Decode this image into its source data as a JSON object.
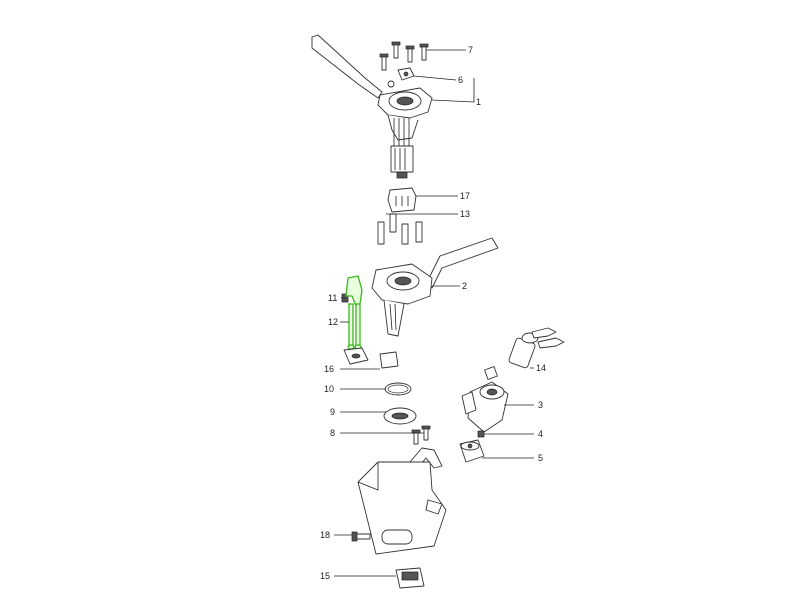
{
  "diagram": {
    "callouts": [
      {
        "id": "7",
        "text": "7"
      },
      {
        "id": "6",
        "text": "6"
      },
      {
        "id": "1",
        "text": "1"
      },
      {
        "id": "17",
        "text": "17"
      },
      {
        "id": "13",
        "text": "13"
      },
      {
        "id": "2",
        "text": "2"
      },
      {
        "id": "11",
        "text": "11"
      },
      {
        "id": "12",
        "text": "12"
      },
      {
        "id": "14",
        "text": "14"
      },
      {
        "id": "16",
        "text": "16"
      },
      {
        "id": "3",
        "text": "3"
      },
      {
        "id": "10",
        "text": "10"
      },
      {
        "id": "9",
        "text": "9"
      },
      {
        "id": "8",
        "text": "8"
      },
      {
        "id": "4",
        "text": "4"
      },
      {
        "id": "5",
        "text": "5"
      },
      {
        "id": "18",
        "text": "18"
      },
      {
        "id": "15",
        "text": "15"
      }
    ],
    "highlight_color": "#3ab81c"
  }
}
